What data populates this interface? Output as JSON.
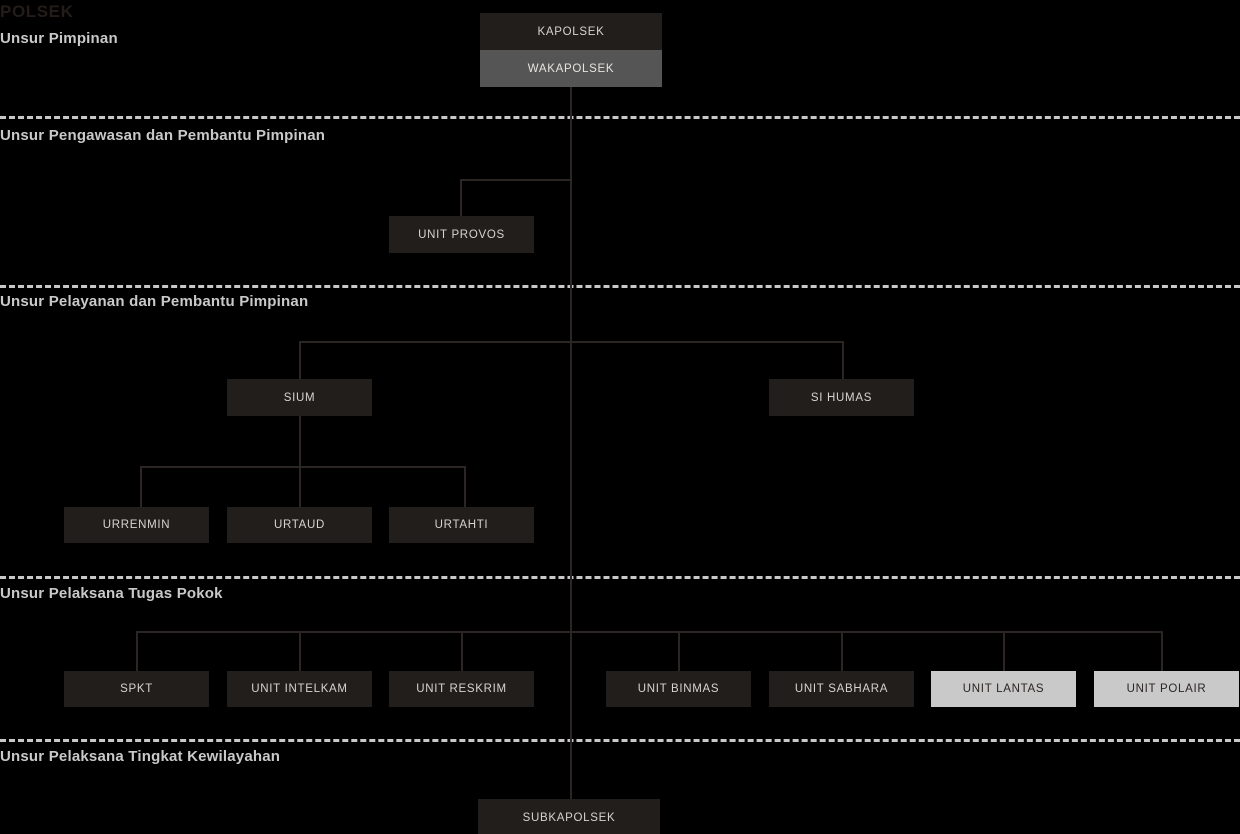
{
  "chart_title": "POLSEK",
  "sections": [
    {
      "label": "Unsur Pimpinan"
    },
    {
      "label": "Unsur Pengawasan dan Pembantu Pimpinan"
    },
    {
      "label": "Unsur Pelayanan dan Pembantu Pimpinan"
    },
    {
      "label": "Unsur Pelaksana Tugas Pokok"
    },
    {
      "label": "Unsur Pelaksana Tingkat Kewilayahan"
    }
  ],
  "nodes": {
    "kapolsek": "KAPOLSEK",
    "wakapolsek": "WAKAPOLSEK",
    "unit_provos": "UNIT PROVOS",
    "sium": "SIUM",
    "si_humas": "SI HUMAS",
    "urrenmin": "URRENMIN",
    "urtaud": "URTAUD",
    "urtahti": "URTAHTI",
    "spkt": "SPKT",
    "unit_intelkam": "UNIT INTELKAM",
    "unit_reskrim": "UNIT RESKRIM",
    "unit_binmas": "UNIT BINMAS",
    "unit_sabhara": "UNIT SABHARA",
    "unit_lantas": "UNIT LANTAS",
    "unit_polair": "UNIT POLAIR",
    "subkapolsek": "SUBKAPOLSEK"
  },
  "colors": {
    "background": "#000000",
    "node_dark": "#221e1c",
    "node_gray": "#555555",
    "node_light": "#c9c9c9",
    "connector": "#2b2523",
    "divider": "#c8c8c8",
    "section_label": "#c9c9c9",
    "title": "#231c19"
  }
}
